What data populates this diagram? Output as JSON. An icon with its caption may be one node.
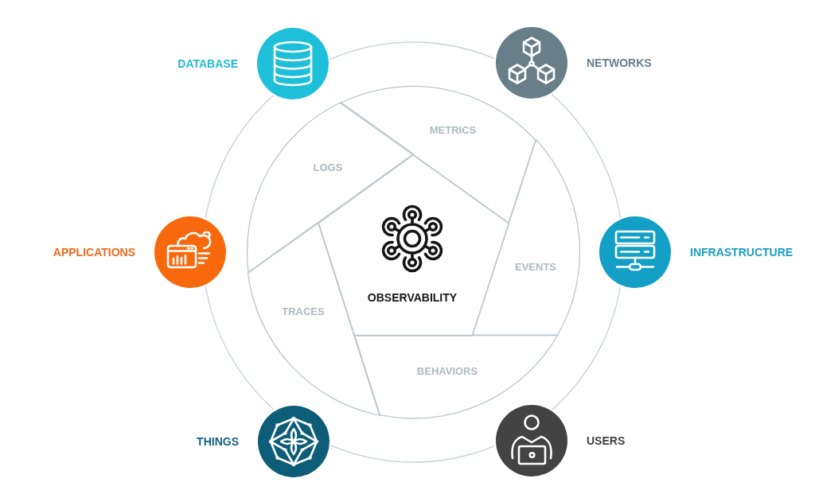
{
  "diagram": {
    "nodes": [
      {
        "text": [
          "DATABASE"
        ]
      },
      {
        "text": [
          "NETWORKS"
        ]
      },
      {
        "text": [
          "LOGS"
        ]
      },
      {
        "text": [
          "METRICS"
        ]
      },
      {
        "text": [
          "APPLICATIONS"
        ]
      },
      {
        "text": [
          "OBSERVABILITY"
        ]
      },
      {
        "text": [
          "INFRASTRUCTURE"
        ]
      },
      {
        "text": [
          "EVENTS"
        ]
      },
      {
        "text": [
          "TRACES"
        ]
      },
      {
        "text": [
          "BEHAVIORS"
        ]
      },
      {
        "text": [
          "THINGS"
        ]
      },
      {
        "text": [
          "USERS"
        ]
      }
    ],
    "edges": [
      {
        "from": 0,
        "to": 1,
        "arrow": "none"
      },
      {
        "from": 1,
        "to": 6,
        "arrow": "none"
      },
      {
        "from": 6,
        "to": 11,
        "arrow": "none"
      },
      {
        "from": 11,
        "to": 10,
        "arrow": "none"
      },
      {
        "from": 10,
        "to": 4,
        "arrow": "none"
      },
      {
        "from": 4,
        "to": 0,
        "arrow": "none"
      }
    ]
  }
}
